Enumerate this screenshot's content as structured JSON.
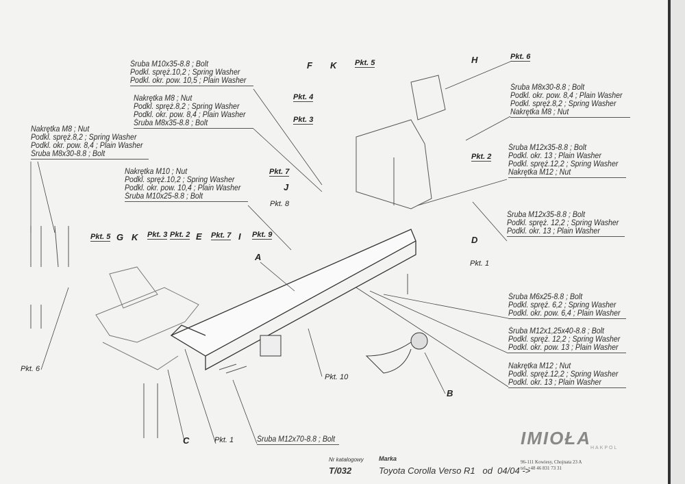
{
  "callouts": {
    "m10x35": [
      "Śruba M10x35-8.8 ; Bolt",
      "Podkl. spręż.10,2 ; Spring Washer",
      "Podkl. okr. pow. 10,5 ; Plain Washer"
    ],
    "m8x35": [
      "Nakrętka M8 ; Nut",
      "Podkl. spręż.8,2 ; Spring Washer",
      "Podkl. okr. pow. 8,4 ; Plain Washer",
      "Śruba M8x35-8.8 ; Bolt"
    ],
    "m8x30_left": [
      "Nakrętka M8 ; Nut",
      "Podkl. spręż.8,2 ; Spring Washer",
      "Podkl. okr. pow. 8,4 ; Plain Washer",
      "Śruba M8x30-8.8 ; Bolt"
    ],
    "m10x25": [
      "Nakrętka M10 ; Nut",
      "Podkl. spręż.10,2 ; Spring Washer",
      "Podkl. okr. pow. 10,4 ; Plain Washer",
      "Śruba M10x25-8.8 ; Bolt"
    ],
    "m8x30_right": [
      "Śruba M8x30-8.8 ; Bolt",
      "Podkl. okr. pow. 8,4 ; Plain Washer",
      "Podkl. spręż.8,2 ; Spring Washer",
      "Nakrętka M8 ; Nut"
    ],
    "m12x35_a": [
      "Śruba M12x35-8.8 ; Bolt",
      "Podkl. okr. 13 ; Plain Washer",
      "Podkl. spręż.12,2 ; Spring Washer",
      "Nakrętka M12 ; Nut"
    ],
    "m12x35_b": [
      "Śruba M12x35-8.8 ; Bolt",
      "Podkl. spręż. 12,2 ; Spring Washer",
      "Podkl. okr. 13 ; Plain Washer"
    ],
    "m6x25": [
      "Śruba M6x25-8.8 ; Bolt",
      "Podkl. spręż. 6,2 ; Spring Washer",
      "Podkl. okr. pow. 6,4 ; Plain Washer"
    ],
    "m12x125": [
      "Śruba M12x1,25x40-8.8 ; Bolt",
      "Podkl. spręż. 12,2 ; Spring Washer",
      "Podkl. okr. pow. 13 ; Plain Washer"
    ],
    "m12nut": [
      "Nakrętka M12 ; Nut",
      "Podkl. spręż.12,2 ; Spring Washer",
      "Podkl. okr. 13 ; Plain Washer"
    ],
    "m12x70": [
      "Śruba M12x70-8.8 ; Bolt"
    ]
  },
  "points": [
    "Pkt. 5",
    "F",
    "K",
    "H",
    "Pkt. 6",
    "Pkt. 4",
    "Pkt. 3",
    "Pkt. 2",
    "Pkt. 7",
    "J",
    "Pkt. 8",
    "D",
    "Pkt. 1",
    "A",
    "Pkt. 5",
    "G",
    "K",
    "Pkt. 3",
    "Pkt. 2",
    "E",
    "Pkt. 7",
    "I",
    "Pkt. 9",
    "Pkt. 6",
    "Pkt. 10",
    "B",
    "C",
    "Pkt. 1"
  ],
  "footer": {
    "catalog_label": "Nr katalogowy",
    "catalog_no": "T/032",
    "brand_label": "Marka",
    "model": "Toyota Corolla Verso R1   od  04/04 ->",
    "logo": "IMIOŁA",
    "logo_sub": "HAKPOL",
    "address": "96-111 Kowiesy, Chojnata 23 A",
    "phone": "tel. +48 46 831 73 31"
  }
}
